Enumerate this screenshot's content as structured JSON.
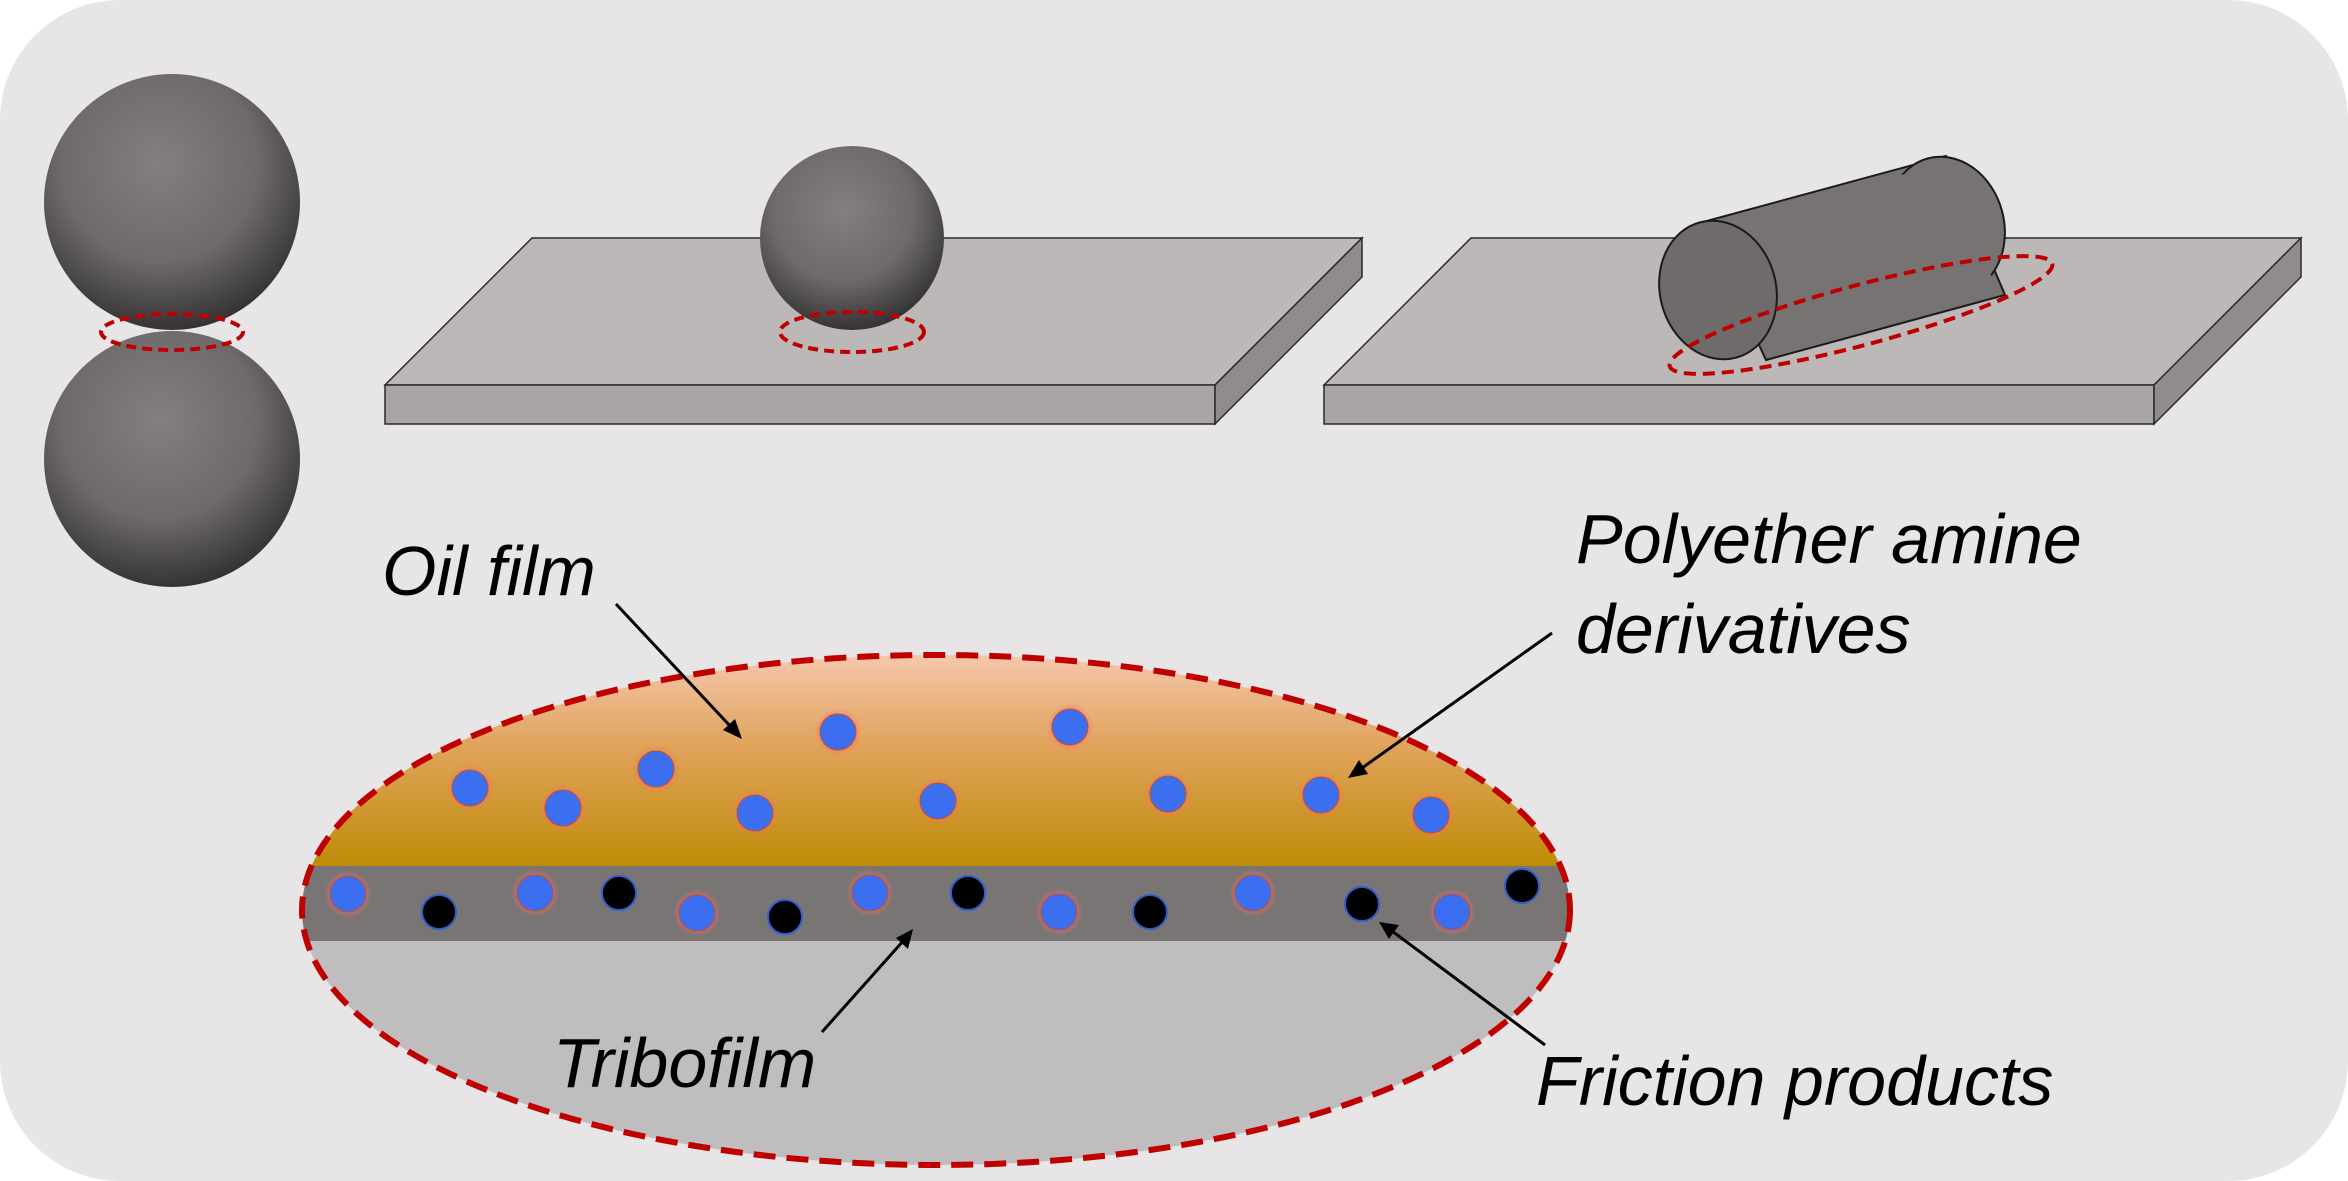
{
  "labels": {
    "oil_film": "Oil film",
    "polyether_line1": "Polyether amine",
    "polyether_line2": "derivatives",
    "tribofilm": "Tribofilm",
    "friction_products": "Friction products"
  },
  "colors": {
    "background": "#e7e5e6",
    "sphere": "#7a7676",
    "plate_top": "#bbb8b7",
    "plate_front": "#a8a5a4",
    "plate_side": "#8f8c8b",
    "cylinder": "#777372",
    "contact_ring": "#c00000",
    "oil_top": "#f6c9b1",
    "oil_bottom": "#bf8c08",
    "tribofilm": "#797575",
    "substrate": "#bfbdbd",
    "additive_particle": "#3c6ff0",
    "friction_particle": "#000000"
  },
  "icons": [
    "ball-on-ball-contact",
    "ball-on-plate-contact",
    "cylinder-on-plate-contact"
  ]
}
